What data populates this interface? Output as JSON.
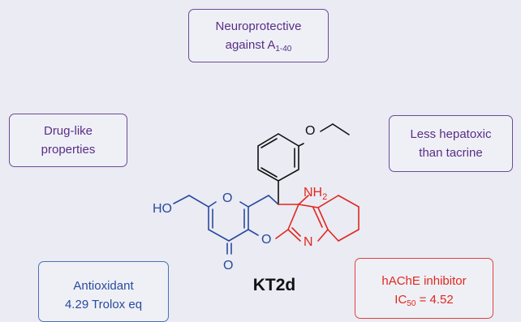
{
  "boxes": {
    "neuro": {
      "line1": "Neuroprotective",
      "line2_prefix": "against A",
      "line2_sub": "1-40"
    },
    "druglike": {
      "line1": "Drug-like",
      "line2": "properties"
    },
    "hepato": {
      "line1": "Less hepatoxic",
      "line2": "than tacrine"
    },
    "antiox": {
      "line1": "Antioxidant",
      "line2": "4.29 Trolox eq"
    },
    "hache": {
      "line1": "hAChE inhibitor",
      "line2_prefix": "IC",
      "line2_sub": "50",
      "line2_suffix": " = 4.52"
    }
  },
  "compound": {
    "name": "KT2d",
    "atoms": {
      "methoxy_o": "O",
      "hydroxyl": "HO",
      "ring_o_top": "O",
      "ring_o_bottom": "O",
      "carbonyl_o": "O",
      "amine_prefix": "NH",
      "amine_sub": "2",
      "pyridine_n": "N"
    }
  },
  "colors": {
    "purple": "#5b2d86",
    "blue": "#2a4a9f",
    "red": "#e0281e",
    "black": "#111111",
    "background": "#eaebf3"
  }
}
